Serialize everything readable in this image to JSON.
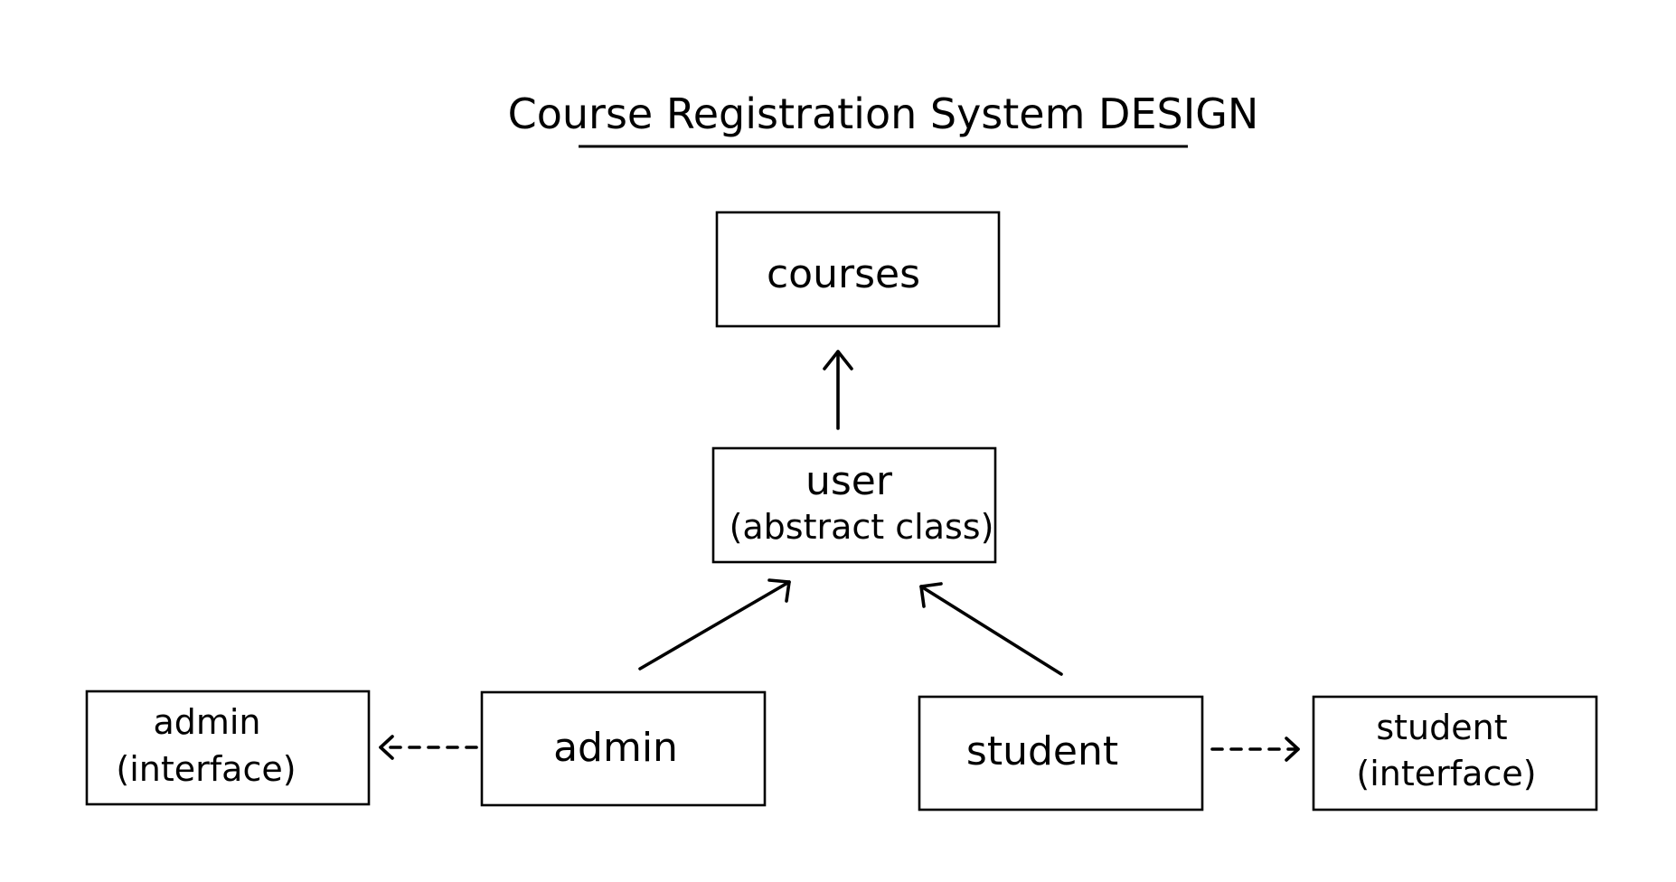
{
  "title": "Course Registration System DESIGN",
  "nodes": {
    "courses": {
      "lines": [
        "courses"
      ]
    },
    "user": {
      "lines": [
        "user",
        "(abstract class)"
      ]
    },
    "admin": {
      "lines": [
        "admin"
      ]
    },
    "student": {
      "lines": [
        "student"
      ]
    },
    "admin_interface": {
      "lines": [
        "admin",
        "(interface)"
      ]
    },
    "student_interface": {
      "lines": [
        "student",
        "(interface)"
      ]
    }
  },
  "edges": [
    {
      "from": "user",
      "to": "courses",
      "style": "solid"
    },
    {
      "from": "admin",
      "to": "user",
      "style": "solid"
    },
    {
      "from": "student",
      "to": "user",
      "style": "solid"
    },
    {
      "from": "admin",
      "to": "admin_interface",
      "style": "dashed"
    },
    {
      "from": "student",
      "to": "student_interface",
      "style": "dashed"
    }
  ]
}
